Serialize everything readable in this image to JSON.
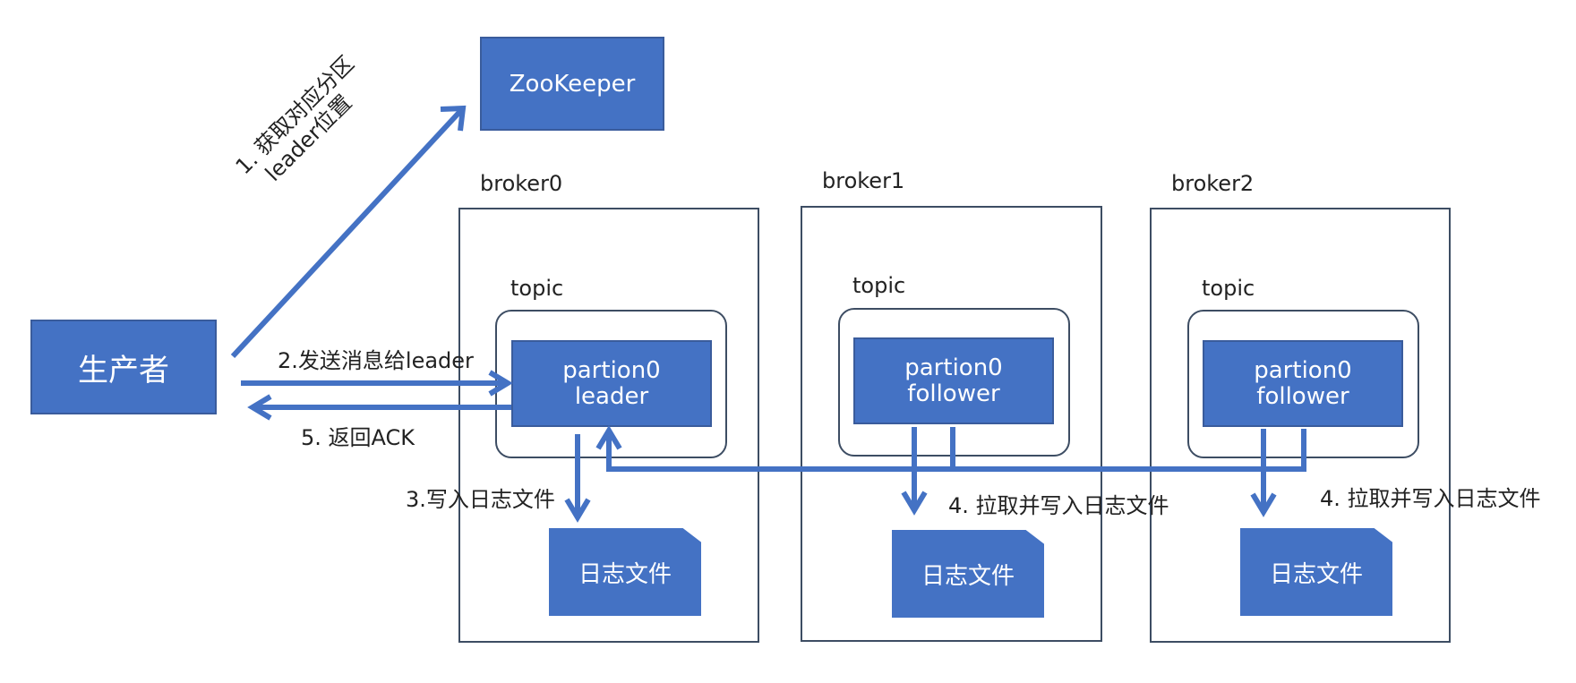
{
  "producer": {
    "label": "生产者"
  },
  "zookeeper": {
    "label": "ZooKeeper"
  },
  "steps": {
    "step1_line1": "1. 获取对应分区",
    "step1_line2": "leader位置",
    "step2": "2.发送消息给leader",
    "step3": "3.写入日志文件",
    "step4_broker1": "4. 拉取并写入日志文件",
    "step4_broker2": "4. 拉取并写入日志文件",
    "step5": "5. 返回ACK"
  },
  "brokers": [
    {
      "name": "broker0",
      "topic": "topic",
      "partition_line1": "partion0",
      "partition_line2": "leader",
      "log": "日志文件"
    },
    {
      "name": "broker1",
      "topic": "topic",
      "partition_line1": "partion0",
      "partition_line2": "follower",
      "log": "日志文件"
    },
    {
      "name": "broker2",
      "topic": "topic",
      "partition_line1": "partion0",
      "partition_line2": "follower",
      "log": "日志文件"
    }
  ],
  "colors": {
    "box_fill": "#4472c4",
    "arrow": "#4472c4",
    "frame": "#3d4d63"
  }
}
